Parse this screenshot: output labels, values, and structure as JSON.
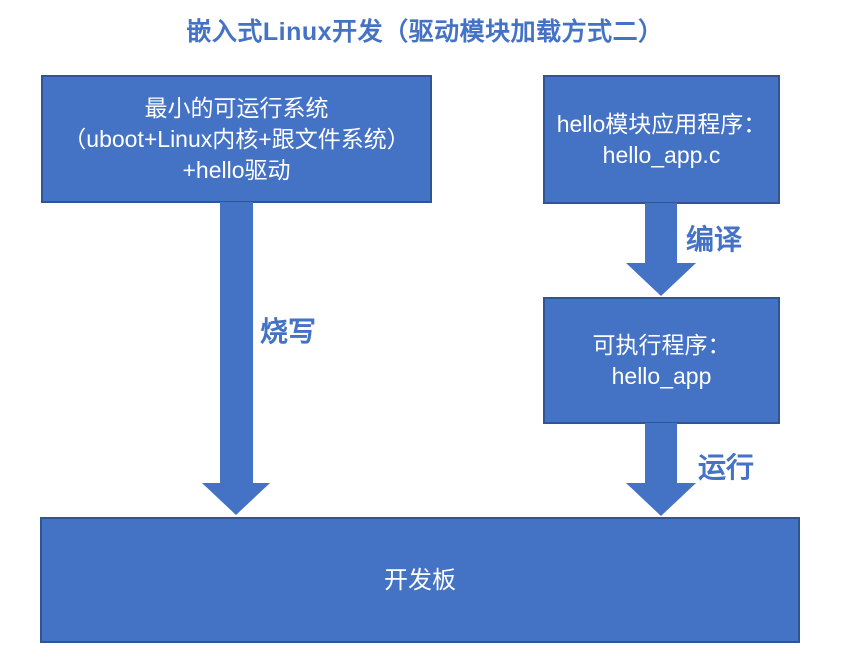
{
  "title": "嵌入式Linux开发（驱动模块加载方式二）",
  "colors": {
    "shape_fill": "#4472C4",
    "shape_border": "#2F5597",
    "label_text": "#4472C4",
    "box_text": "#FFFFFF",
    "background": "#FFFFFF"
  },
  "boxes": {
    "min_system": {
      "lines": [
        "最小的可运行系统",
        "（uboot+Linux内核+跟文件系统）",
        "+hello驱动"
      ]
    },
    "hello_app_source": {
      "lines": [
        "hello模块应用程序：",
        "hello_app.c"
      ]
    },
    "executable": {
      "lines": [
        "可执行程序：",
        "hello_app"
      ]
    },
    "dev_board": {
      "label": "开发板"
    }
  },
  "arrows": {
    "burn": {
      "label": "烧写",
      "icon": "down-arrow-icon"
    },
    "compile": {
      "label": "编译",
      "icon": "down-arrow-icon"
    },
    "run": {
      "label": "运行",
      "icon": "down-arrow-icon"
    }
  }
}
